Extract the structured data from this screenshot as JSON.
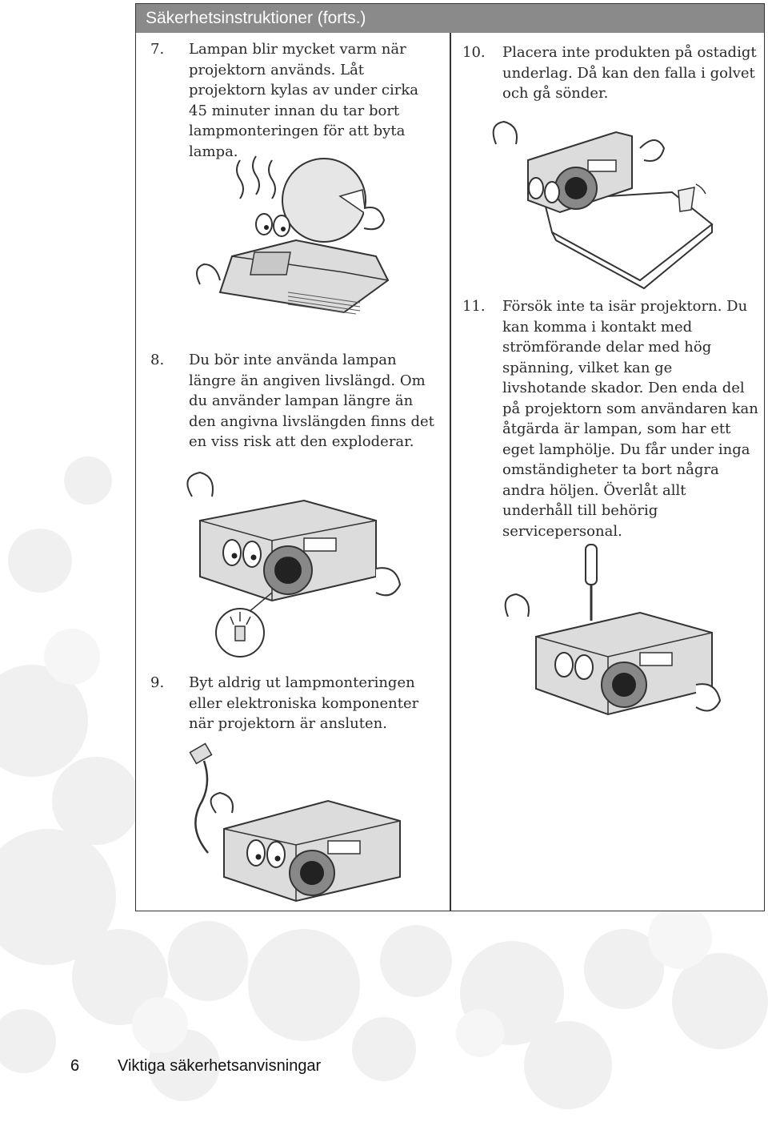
{
  "header": {
    "title": "Säkerhetsinstruktioner (forts.)"
  },
  "items": [
    {
      "num": "7.",
      "text": "Lampan blir mycket varm när projektorn används. Låt projektorn kylas av under cirka 45 minuter innan du tar bort lampmonteringen för att byta lampa."
    },
    {
      "num": "8.",
      "text": "Du bör inte använda lampan längre än angiven livslängd. Om du använder lampan längre än den angivna livslängden finns det en viss risk att den exploderar."
    },
    {
      "num": "9.",
      "text": "Byt aldrig ut lampmonteringen eller elektroniska komponenter när projektorn är ansluten."
    },
    {
      "num": "10.",
      "text": "Placera inte produkten på ostadigt underlag. Då kan den falla i golvet och gå sönder."
    },
    {
      "num": "11.",
      "text": "Försök inte ta isär projektorn. Du kan komma i kontakt med strömförande delar med hög spänning, vilket kan ge livshotande skador. Den enda del på projektorn som användaren kan åtgärda är lampan, som har ett eget lamphölje. Du får under inga omständigheter ta bort några andra höljen. Överlåt allt underhåll till behörig servicepersonal."
    }
  ],
  "footer": {
    "page_number": "6",
    "section_title": "Viktiga säkerhetsanvisningar"
  }
}
